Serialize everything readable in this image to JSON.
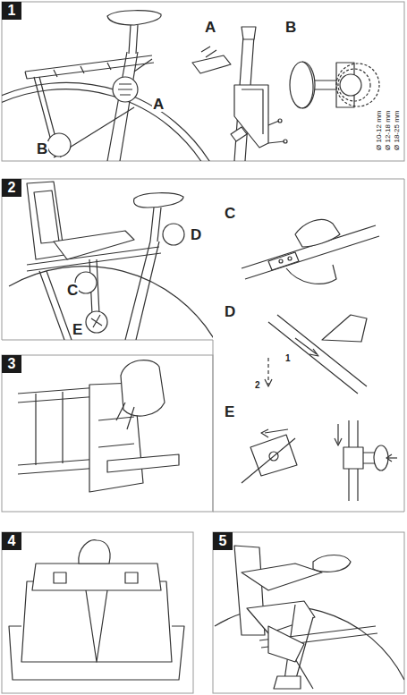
{
  "diagram": {
    "labels": [
      "1",
      "A",
      "B",
      "A",
      "B",
      "Ø 10-12 mm",
      "Ø 12-18 mm",
      "Ø 18-25 mm",
      "2",
      "D",
      "C",
      "E",
      "C",
      "D",
      "1",
      "2",
      "E",
      "3",
      "4",
      "5"
    ]
  }
}
